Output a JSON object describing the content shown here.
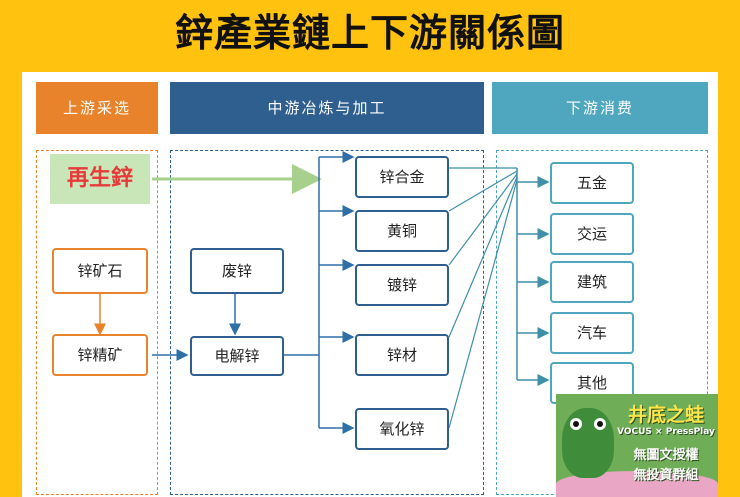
{
  "title": "鋅產業鏈上下游關係圖",
  "sections": {
    "upstream": "上游采选",
    "midstream": "中游冶炼与加工",
    "downstream": "下游消费"
  },
  "recycled_label": "再生鋅",
  "upstream_nodes": [
    "锌矿石",
    "锌精矿"
  ],
  "midstream_nodes": [
    "废锌",
    "电解锌"
  ],
  "products": [
    "锌合金",
    "黄铜",
    "镀锌",
    "锌材",
    "氧化锌"
  ],
  "consumers": [
    "五金",
    "交运",
    "建筑",
    "汽车",
    "其他"
  ],
  "watermark": {
    "name": "井底之蛙",
    "brand": "VOCUS × PressPlay",
    "line1": "無圖文授權",
    "line2": "無投資群組"
  },
  "colors": {
    "background": "#FFC20E",
    "upstream": "#E8832C",
    "midstream": "#2F5F8F",
    "downstream": "#4FA7BF",
    "recycled_text": "#E83A3A",
    "recycled_bg": "#C8E6B8",
    "arrow_green": "#A8D08D"
  }
}
